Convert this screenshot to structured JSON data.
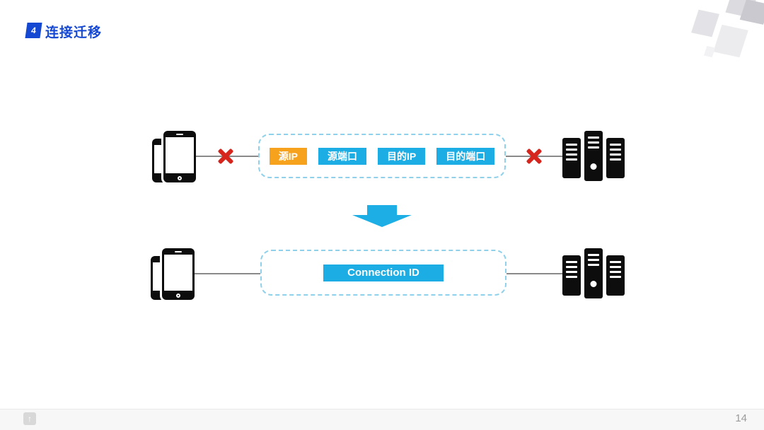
{
  "slide": {
    "badge_number": "4",
    "title": "连接迁移",
    "page_number": "14",
    "footer_logo_glyph": "↑"
  },
  "diagram": {
    "before": {
      "labels": [
        {
          "text": "源IP",
          "color": "#F7A21C"
        },
        {
          "text": "源端口",
          "color": "#1CADE4"
        },
        {
          "text": "目的IP",
          "color": "#1CADE4"
        },
        {
          "text": "目的端口",
          "color": "#1CADE4"
        }
      ]
    },
    "after": {
      "label": {
        "text": "Connection ID",
        "color": "#1CADE4"
      }
    },
    "icons": {
      "left_endpoint": "smartphone-icon",
      "right_endpoint": "server-icon",
      "broken_link": "red-x-icon",
      "transition": "down-arrow-icon"
    },
    "colors": {
      "accent_blue": "#1548D2",
      "cyan": "#1CADE4",
      "orange": "#F7A21C",
      "red_x": "#D6251D",
      "dashed_border": "#8FD0EA",
      "connector_line": "#8A8A8A"
    }
  }
}
